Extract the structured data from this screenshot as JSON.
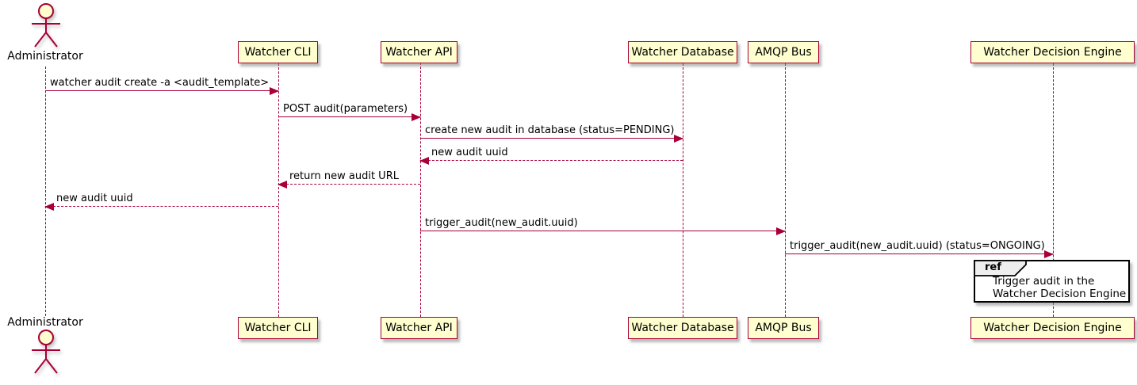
{
  "colors": {
    "line": "#A80036",
    "participant_fill": "#FEFECE",
    "participant_border": "#A80036",
    "text": "#000000",
    "ref_border": "#000000",
    "ref_tab_fill": "#EEEEEE",
    "background": "#FFFFFF"
  },
  "actor": {
    "name": "Administrator"
  },
  "participants": [
    {
      "name": "Watcher CLI"
    },
    {
      "name": "Watcher API"
    },
    {
      "name": "Watcher Database"
    },
    {
      "name": "AMQP Bus"
    },
    {
      "name": "Watcher Decision Engine"
    }
  ],
  "messages": [
    {
      "text": "watcher audit create -a <audit_template>",
      "from": "Administrator",
      "to": "Watcher CLI",
      "line": "solid",
      "direction": "right"
    },
    {
      "text": "POST audit(parameters)",
      "from": "Watcher CLI",
      "to": "Watcher API",
      "line": "solid",
      "direction": "right"
    },
    {
      "text": "create new audit in database (status=PENDING)",
      "from": "Watcher API",
      "to": "Watcher Database",
      "line": "solid",
      "direction": "right"
    },
    {
      "text": "new audit uuid",
      "from": "Watcher Database",
      "to": "Watcher API",
      "line": "dashed",
      "direction": "left"
    },
    {
      "text": "return new audit URL",
      "from": "Watcher API",
      "to": "Watcher CLI",
      "line": "dashed",
      "direction": "left"
    },
    {
      "text": "new audit uuid",
      "from": "Watcher CLI",
      "to": "Administrator",
      "line": "dashed",
      "direction": "left"
    },
    {
      "text": "trigger_audit(new_audit.uuid)",
      "from": "Watcher API",
      "to": "AMQP Bus",
      "line": "solid",
      "direction": "right"
    },
    {
      "text": "trigger_audit(new_audit.uuid) (status=ONGOING)",
      "from": "AMQP Bus",
      "to": "Watcher Decision Engine",
      "line": "solid",
      "direction": "right"
    }
  ],
  "ref": {
    "keyword": "ref",
    "lines": [
      "Trigger audit in the",
      "Watcher Decision Engine"
    ]
  }
}
